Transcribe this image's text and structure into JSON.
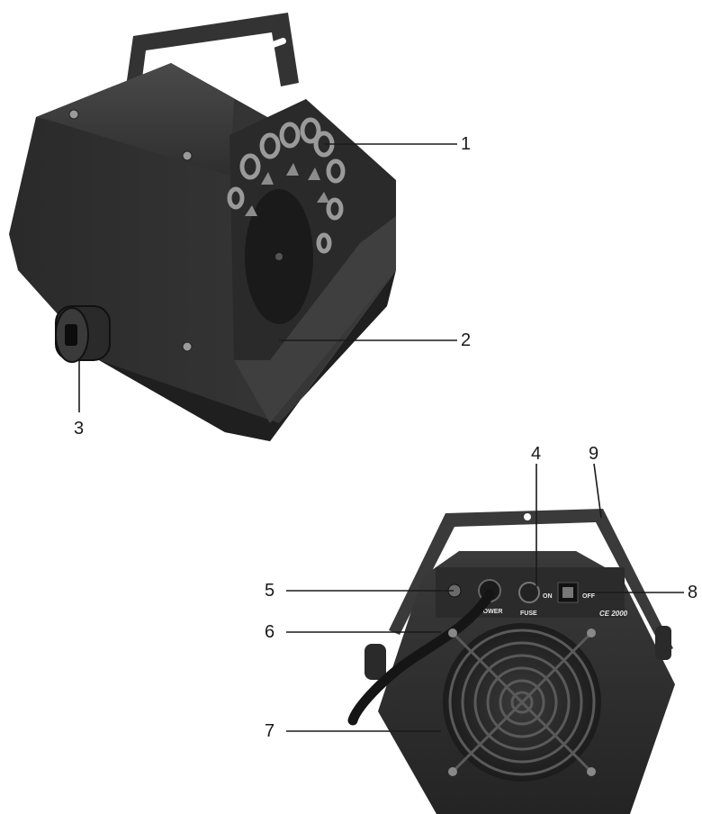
{
  "figure": {
    "front_view": {
      "name": "bubble machine front view"
    },
    "rear_view": {
      "name": "bubble machine rear view",
      "panel_labels": {
        "power": "POWER",
        "fuse": "FUSE",
        "on": "ON",
        "off": "OFF",
        "ce_mark": "CE 2000"
      }
    },
    "callouts": [
      {
        "id": "1",
        "label": "1"
      },
      {
        "id": "2",
        "label": "2"
      },
      {
        "id": "3",
        "label": "3"
      },
      {
        "id": "4",
        "label": "4"
      },
      {
        "id": "5",
        "label": "5"
      },
      {
        "id": "6",
        "label": "6"
      },
      {
        "id": "7",
        "label": "7"
      },
      {
        "id": "8",
        "label": "8"
      },
      {
        "id": "9",
        "label": "9"
      }
    ]
  },
  "colors": {
    "body_dark": "#2b2b2b",
    "body_mid": "#3c3c3c",
    "body_light": "#555555",
    "line": "#1a1a1a"
  }
}
